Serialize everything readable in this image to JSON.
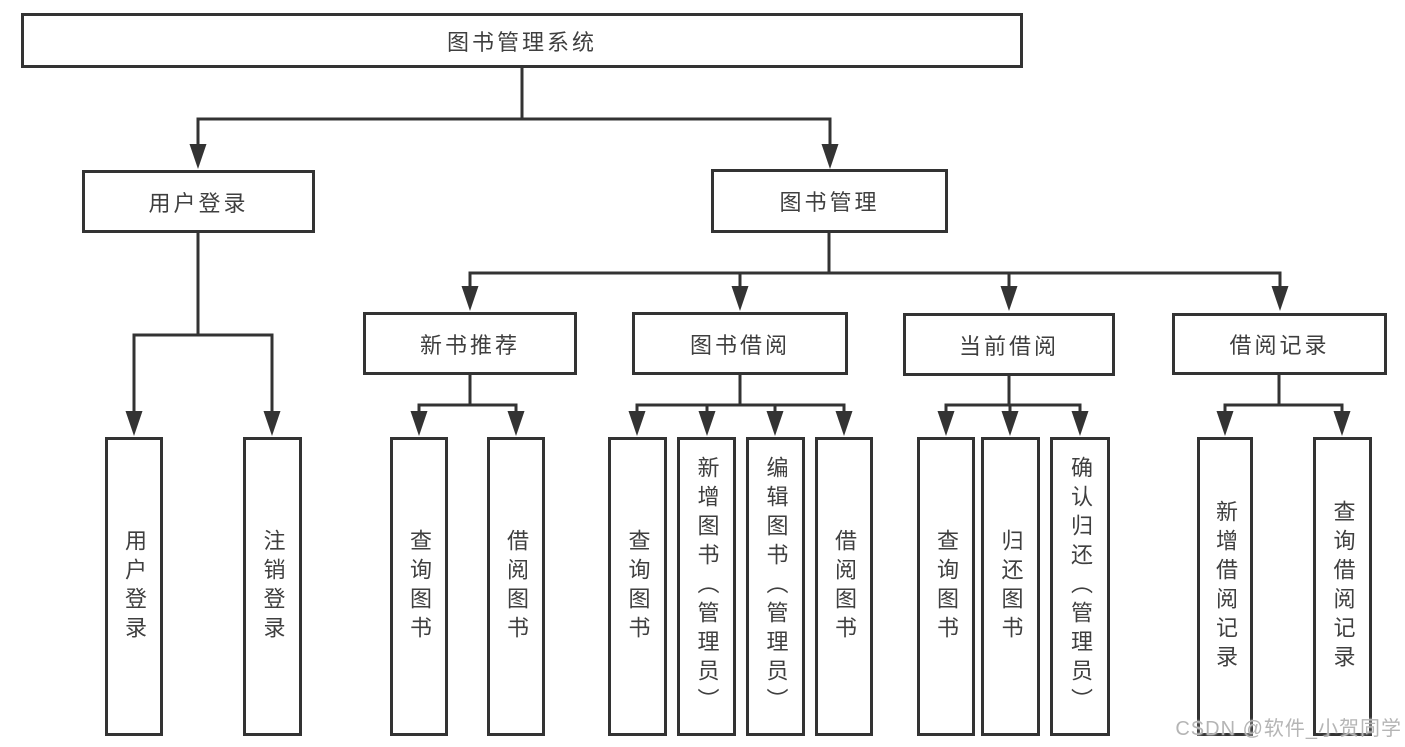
{
  "diagram": {
    "root": "图书管理系统",
    "level1": {
      "user_login": "用户登录",
      "book_management": "图书管理"
    },
    "level2": {
      "new_book_recommend": "新书推荐",
      "book_borrow": "图书借阅",
      "current_borrow": "当前借阅",
      "borrow_records": "借阅记录"
    },
    "leaves": {
      "login": "用户登录",
      "logout": "注销登录",
      "recommend_query_books": "查询图书",
      "recommend_borrow_books": "借阅图书",
      "borrow_query_books": "查询图书",
      "borrow_add_books": "新增图书（管理员）",
      "borrow_edit_books": "编辑图书（管理员）",
      "borrow_borrow_books": "借阅图书",
      "current_query_books": "查询图书",
      "current_return_books": "归还图书",
      "current_confirm_return": "确认归还（管理员）",
      "records_add_record": "新增借阅记录",
      "records_query_record": "查询借阅记录"
    },
    "watermark": "CSDN @软件_小贺同学",
    "colors": {
      "line": "#333333",
      "text": "#3f3f3f",
      "watermark": "#b5b5b5",
      "background": "#ffffff"
    }
  }
}
